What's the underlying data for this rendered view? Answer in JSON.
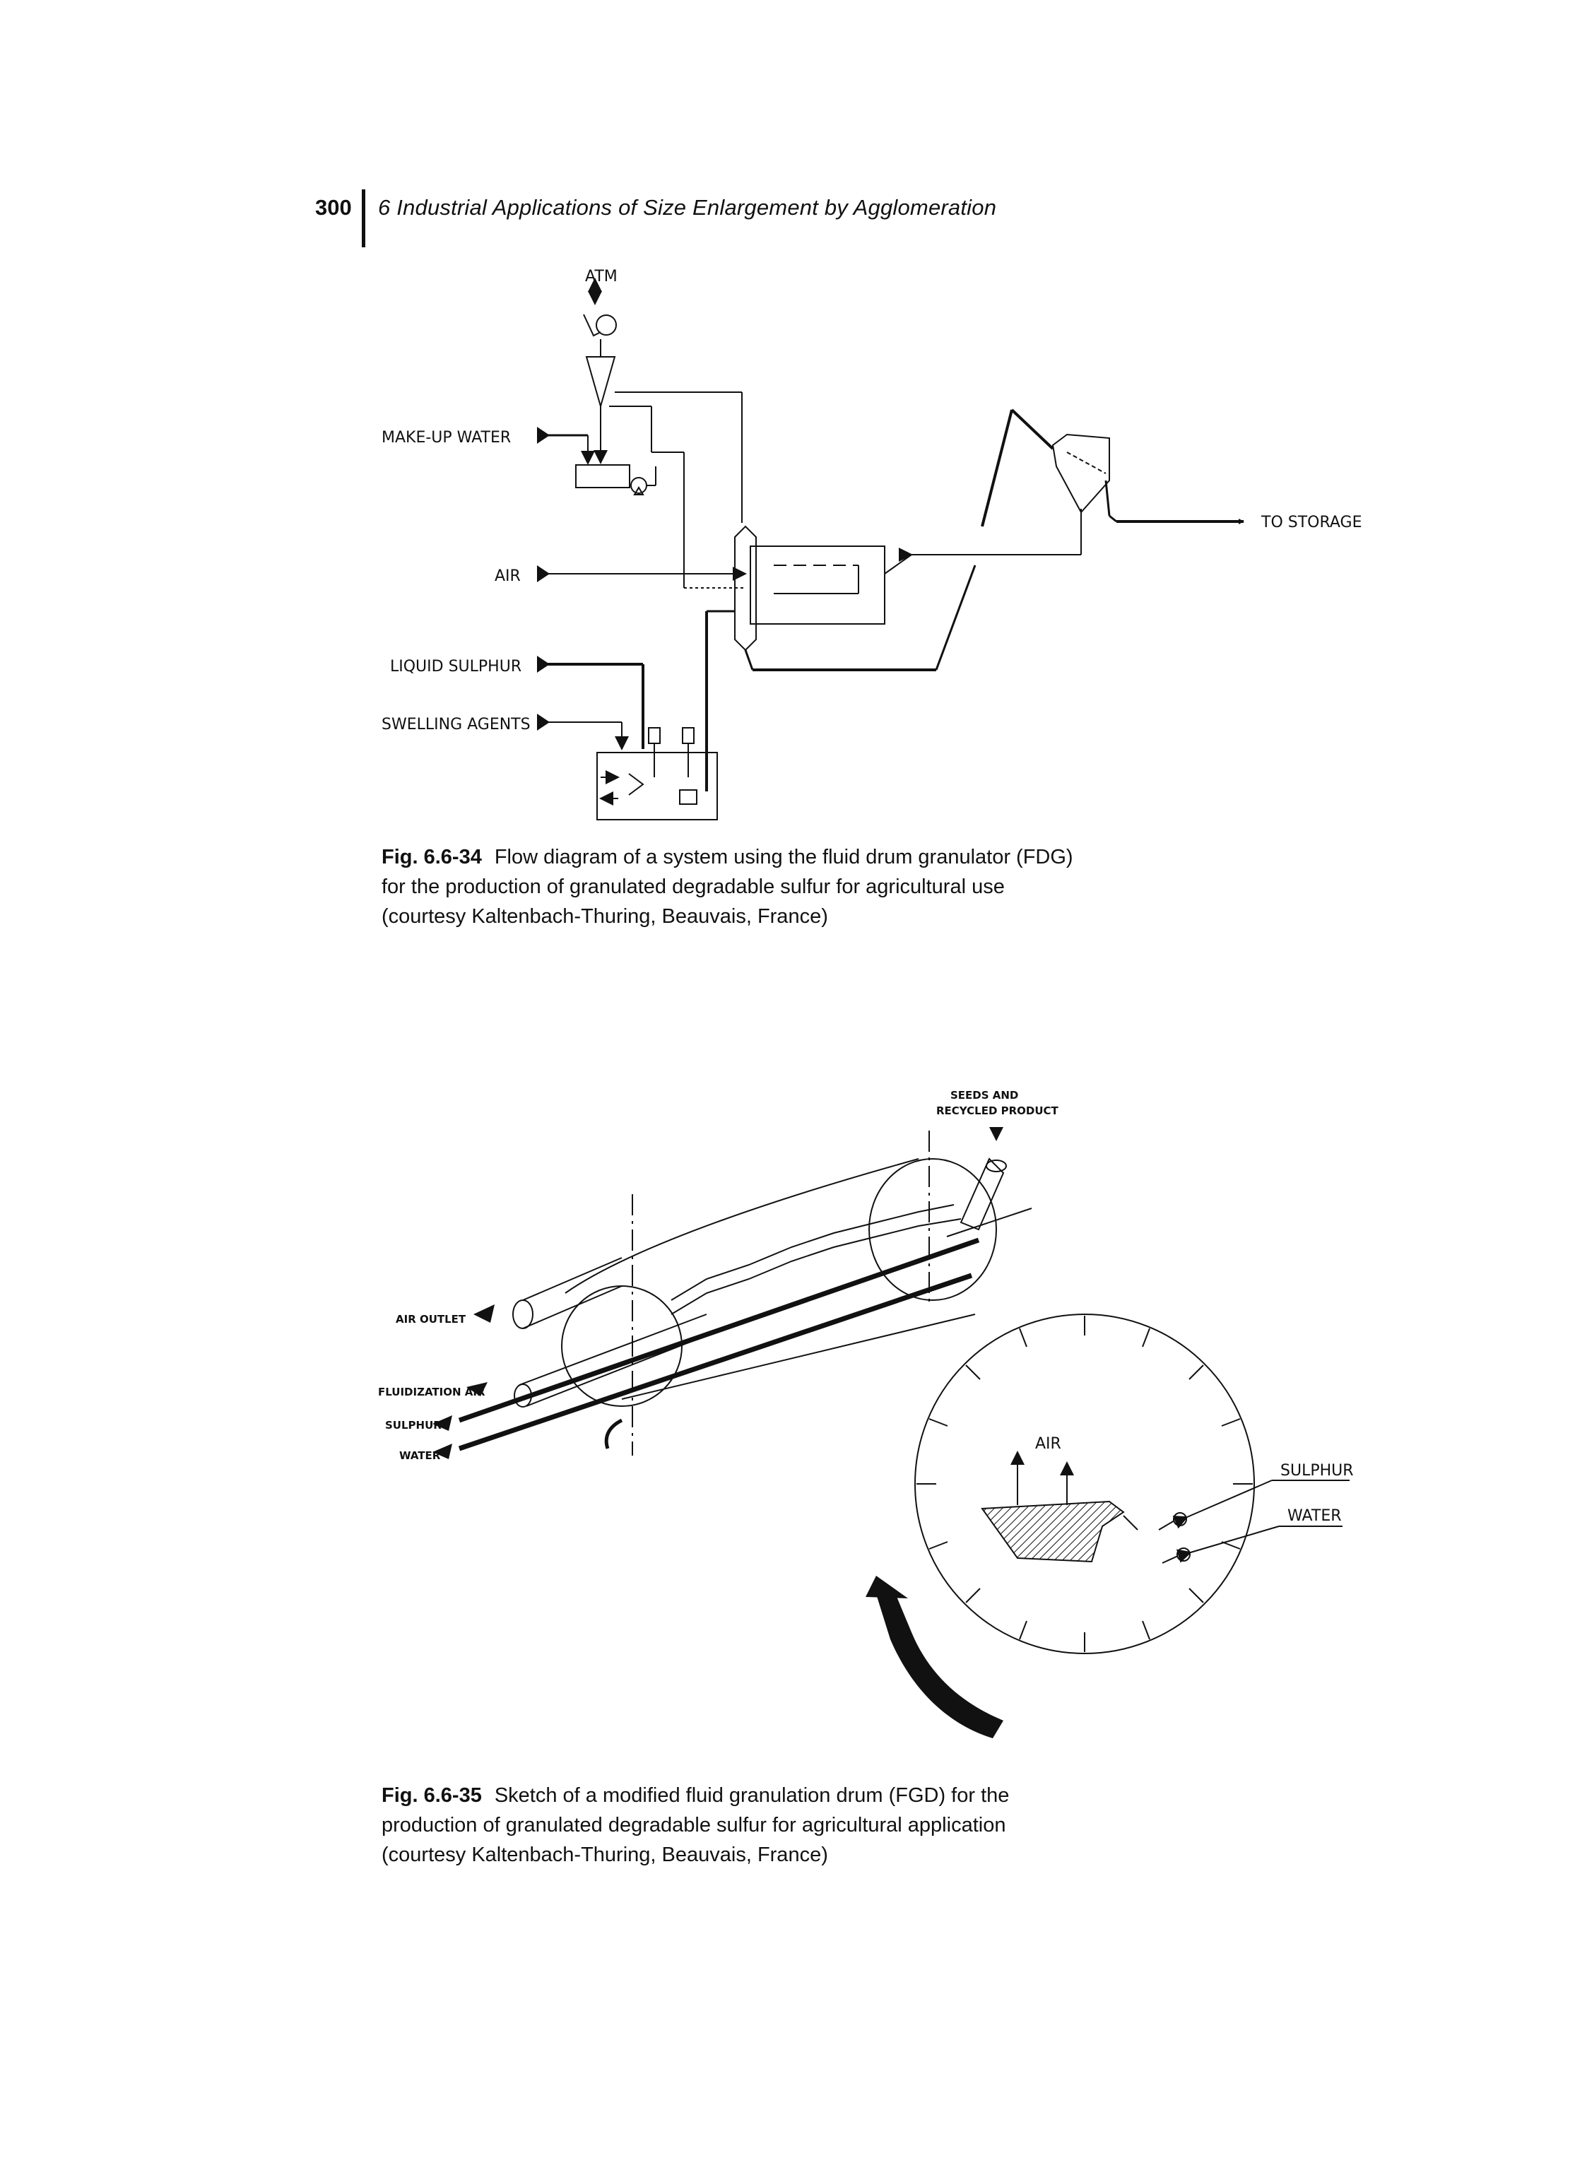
{
  "header": {
    "page_number": "300",
    "running_title": "6 Industrial Applications of Size Enlargement by Agglomeration"
  },
  "figure_1": {
    "labels": {
      "atm": "ATM",
      "make_up_water": "MAKE-UP WATER",
      "air": "AIR",
      "liquid_sulphur": "LIQUID SULPHUR",
      "swelling_agents": "SWELLING AGENTS",
      "to_storage": "TO STORAGE"
    },
    "caption_number": "Fig. 6.6-34",
    "caption_text": "Flow diagram of a system using the fluid drum granulator (FDG) for the production of granulated degradable sulfur for agricultural use (courtesy Kaltenbach-Thuring, Beauvais, France)"
  },
  "figure_2": {
    "labels": {
      "seeds_line1": "SEEDS AND",
      "seeds_line2": "RECYCLED PRODUCT",
      "air_outlet": "AIR OUTLET",
      "fluidization_air": "FLUIDIZATION AIR",
      "sulphur": "SULPHUR",
      "water": "WATER",
      "detail_air": "AIR",
      "detail_sulphur": "SULPHUR",
      "detail_water": "WATER"
    },
    "caption_number": "Fig. 6.6-35",
    "caption_text": "Sketch of a modified fluid granulation drum (FGD) for the production of granulated degradable sulfur for agricultural application (courtesy Kaltenbach-Thuring, Beauvais, France)"
  }
}
